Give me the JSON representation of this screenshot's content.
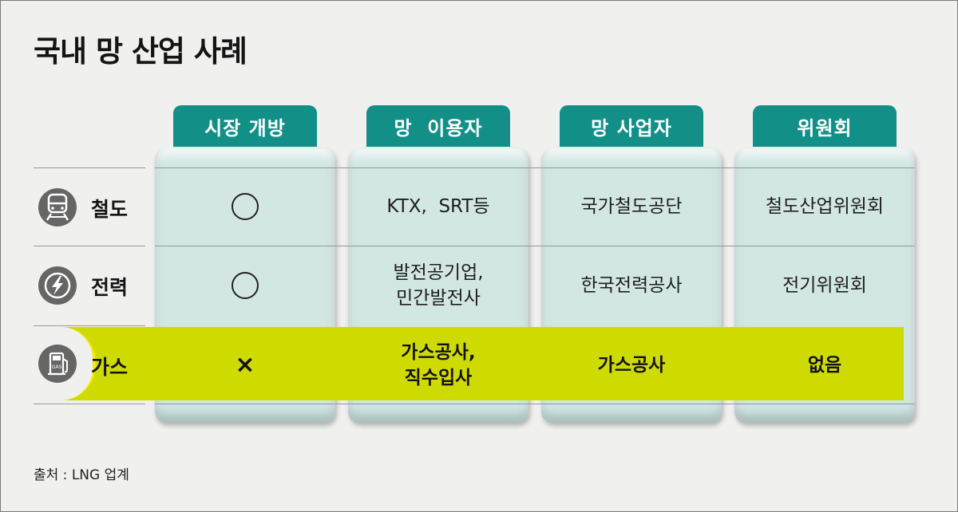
{
  "title": "국내 망 산업 사례",
  "source": "출처 : LNG 업계",
  "columns": [
    "시장 개방",
    "망  이용자",
    "망 사업자",
    "위원회"
  ],
  "rows": [
    {
      "label": "철도",
      "icon": "train-icon",
      "market_open": "○",
      "users": [
        "KTX,  SRT등"
      ],
      "operator": "국가철도공단",
      "committee": "철도산업위원회"
    },
    {
      "label": "전력",
      "icon": "lightning-icon",
      "market_open": "○",
      "users": [
        "발전공기업,",
        "민간발전사"
      ],
      "operator": "한국전력공사",
      "committee": "전기위원회"
    },
    {
      "label": "가스",
      "icon": "gas-pump-icon",
      "market_open": "×",
      "users": [
        "가스공사,",
        "직수입사"
      ],
      "operator": "가스공사",
      "committee": "없음"
    }
  ],
  "colors": {
    "tab": "#129088",
    "card": "#d2e7e4",
    "highlight": "#cfdb00",
    "icon_bg": "#666666"
  },
  "gas_icon_text": "GAS"
}
